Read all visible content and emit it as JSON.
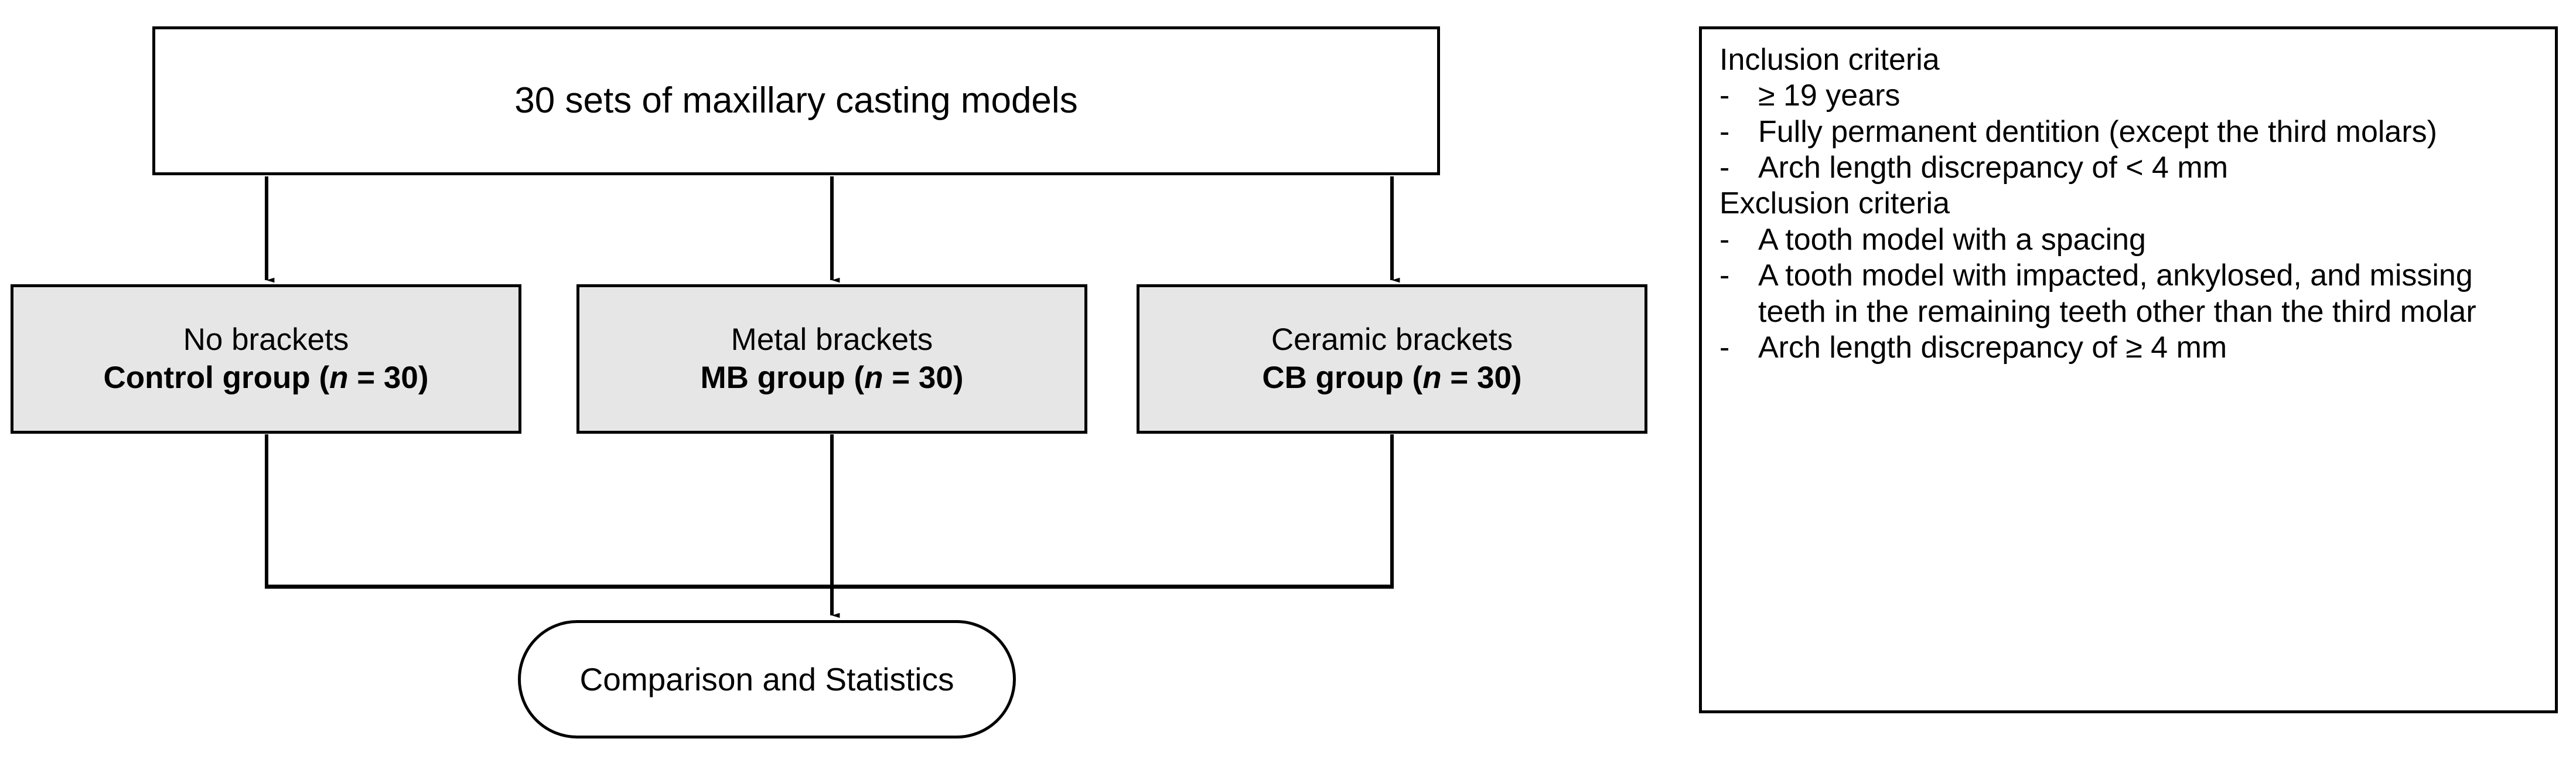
{
  "diagram": {
    "title_box": {
      "label": "30 sets of maxillary casting models"
    },
    "groups": [
      {
        "name": "control",
        "line_1": "No brackets",
        "line_2_prefix": "Control group (",
        "line_2_italic": "n",
        "line_2_suffix": " = 30)"
      },
      {
        "name": "mb",
        "line_1": "Metal brackets",
        "line_2_prefix": "MB group (",
        "line_2_italic": "n",
        "line_2_suffix": " = 30)"
      },
      {
        "name": "cb",
        "line_1": "Ceramic brackets",
        "line_2_prefix": "CB group (",
        "line_2_italic": "n",
        "line_2_suffix": " = 30)"
      }
    ],
    "terminal_box": {
      "label": "Comparison and Statistics"
    },
    "criteria_panel": {
      "inclusion_heading": "Inclusion criteria",
      "inclusion_items": [
        {
          "bullet": "-",
          "text": "≥ 19 years"
        },
        {
          "bullet": "-",
          "text": "Fully permanent dentition (except the third molars)"
        },
        {
          "bullet": "-",
          "text": "Arch length discrepancy of < 4 mm"
        }
      ],
      "exclusion_heading": "Exclusion criteria",
      "exclusion_items": [
        {
          "bullet": "-",
          "text": "A tooth model with a spacing"
        },
        {
          "bullet": "-",
          "text": "A tooth model with impacted, ankylosed, and missing teeth in the remaining teeth other than the third molar"
        },
        {
          "bullet": "-",
          "text": "Arch length discrepancy of ≥ 4 mm"
        }
      ]
    },
    "colors": {
      "stroke": "#000000",
      "group_fill": "#e6e6e6",
      "page_background": "#ffffff"
    }
  }
}
